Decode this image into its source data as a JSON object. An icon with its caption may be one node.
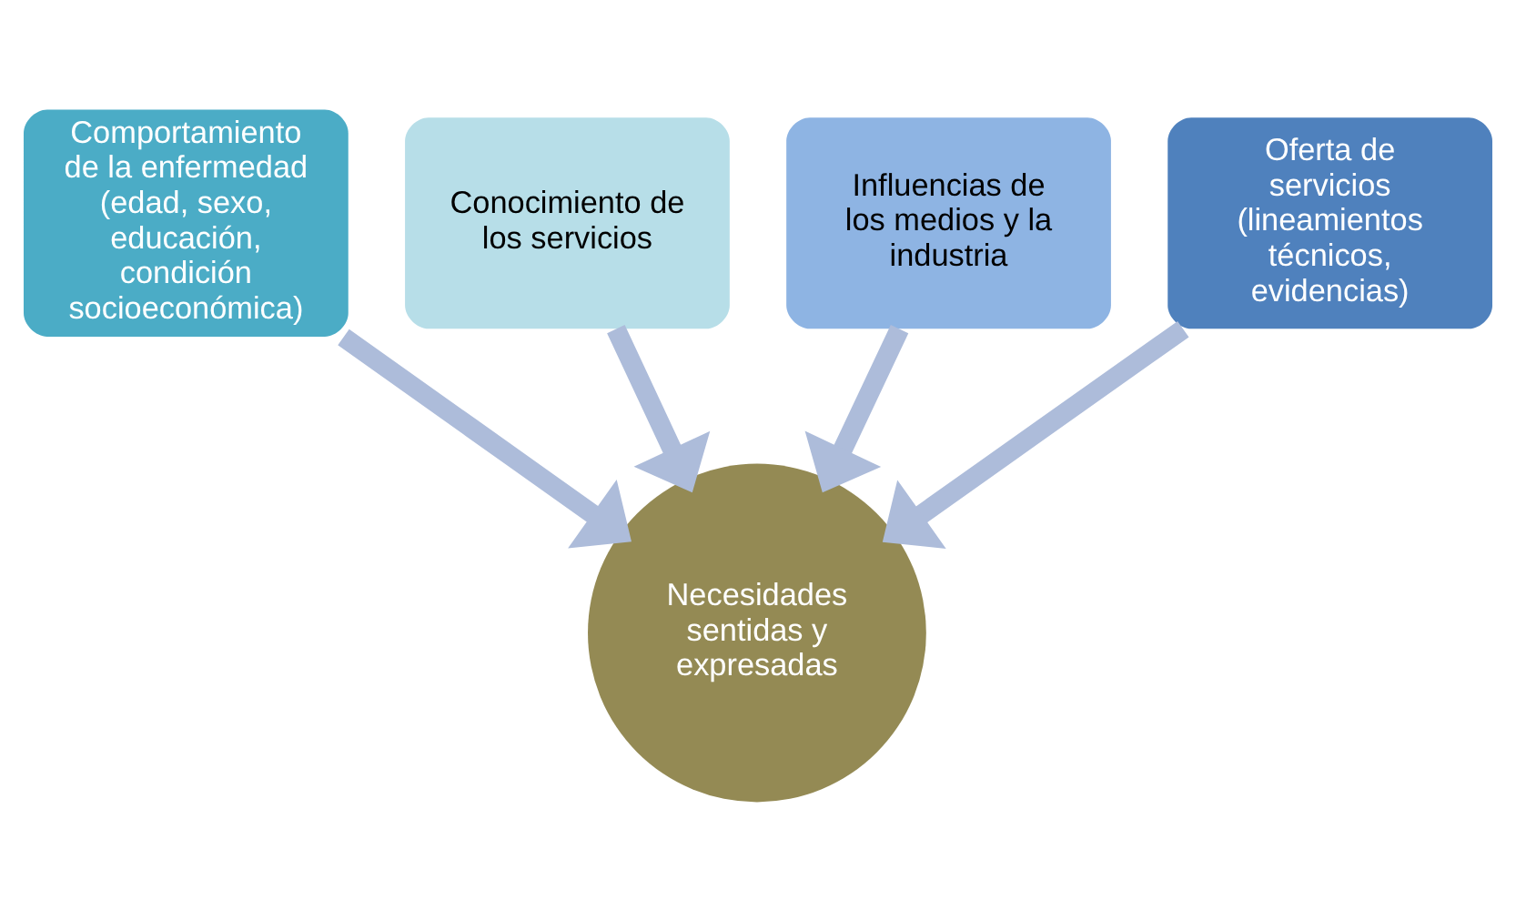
{
  "diagram": {
    "nodes": [
      {
        "text": [
          "Comportamiento de la enfermedad (edad, sexo, educación, condición socioeconómica)"
        ]
      },
      {
        "text": [
          "Conocimiento de los servicios"
        ]
      },
      {
        "text": [
          "Influencias de los medios y la industria"
        ]
      },
      {
        "text": [
          "Oferta de servicios (lineamientos técnicos, evidencias)"
        ]
      },
      {
        "text": [
          "Necesidades sentidas y expresadas"
        ]
      }
    ],
    "edges": [
      {
        "from": 0,
        "to": 4,
        "arrow": "to"
      },
      {
        "from": 1,
        "to": 4,
        "arrow": "to"
      },
      {
        "from": 2,
        "to": 4,
        "arrow": "to"
      },
      {
        "from": 3,
        "to": 4,
        "arrow": "to"
      }
    ]
  }
}
